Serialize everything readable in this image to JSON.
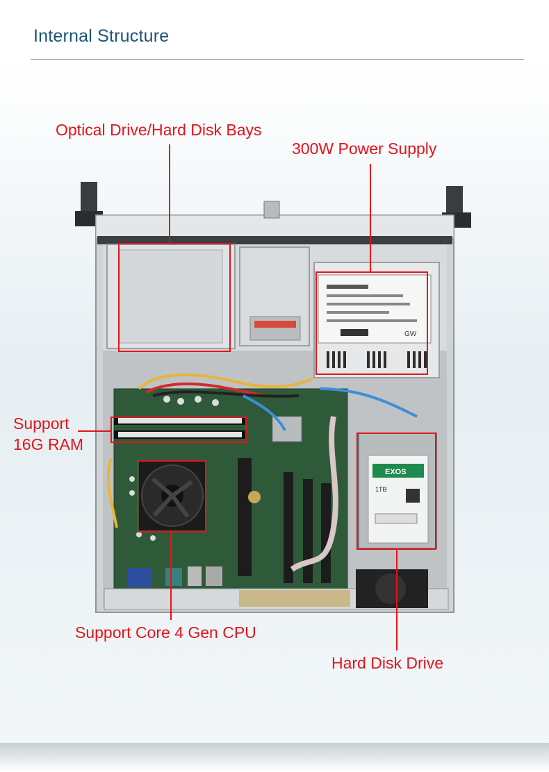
{
  "header": {
    "title": "Internal Structure"
  },
  "callouts": {
    "optical": "Optical Drive/Hard Disk Bays",
    "psu": "300W Power Supply",
    "ram_line1": "Support",
    "ram_line2": "16G RAM",
    "cpu": "Support Core 4 Gen CPU",
    "hdd": "Hard Disk Drive"
  },
  "psu_label": {
    "brand": "GW"
  },
  "hdd_label": {
    "brand": "EXOS",
    "capacity": "1TB"
  },
  "colors": {
    "title": "#1d5576",
    "callout": "#e3141b",
    "pcb": "#2f5a3a",
    "chassis": "#c4c7c9"
  }
}
